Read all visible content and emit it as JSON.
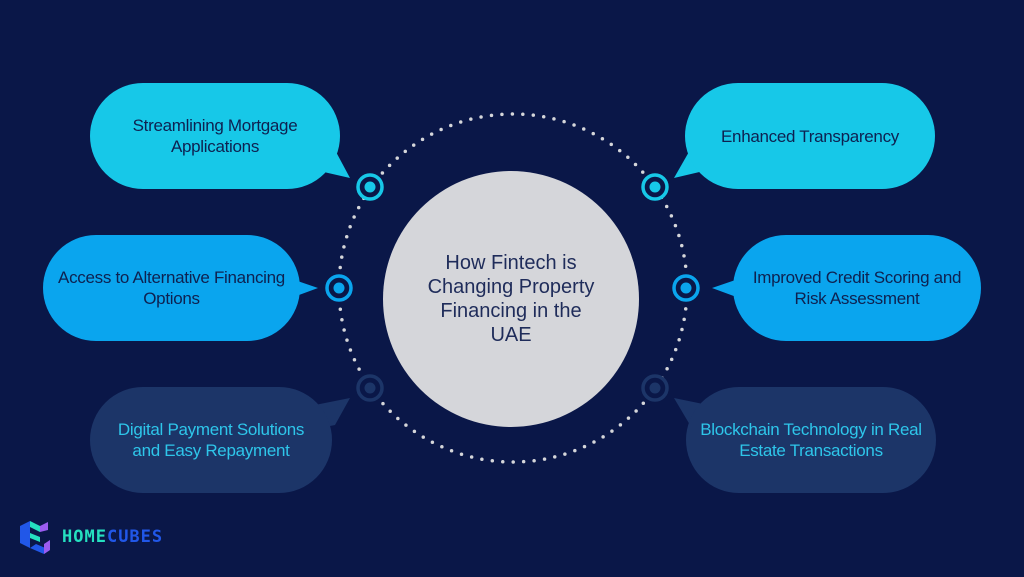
{
  "center_title": "How Fintech is Changing Property Financing in the UAE",
  "items": [
    {
      "label": "Streamlining Mortgage Applications"
    },
    {
      "label": "Access to Alternative Financing Options"
    },
    {
      "label": "Digital Payment Solutions and Easy Repayment"
    },
    {
      "label": "Enhanced Transparency"
    },
    {
      "label": "Improved Credit Scoring and Risk Assessment"
    },
    {
      "label": "Blockchain Technology in Real Estate Transactions"
    }
  ],
  "logo": {
    "part1": "HOME",
    "part2": "CUBES"
  },
  "colors": {
    "background": "#0a1748",
    "cyan": "#17c8e8",
    "blue": "#0aa5ee",
    "dark": "#1c3568",
    "center": "#d5d6da"
  }
}
